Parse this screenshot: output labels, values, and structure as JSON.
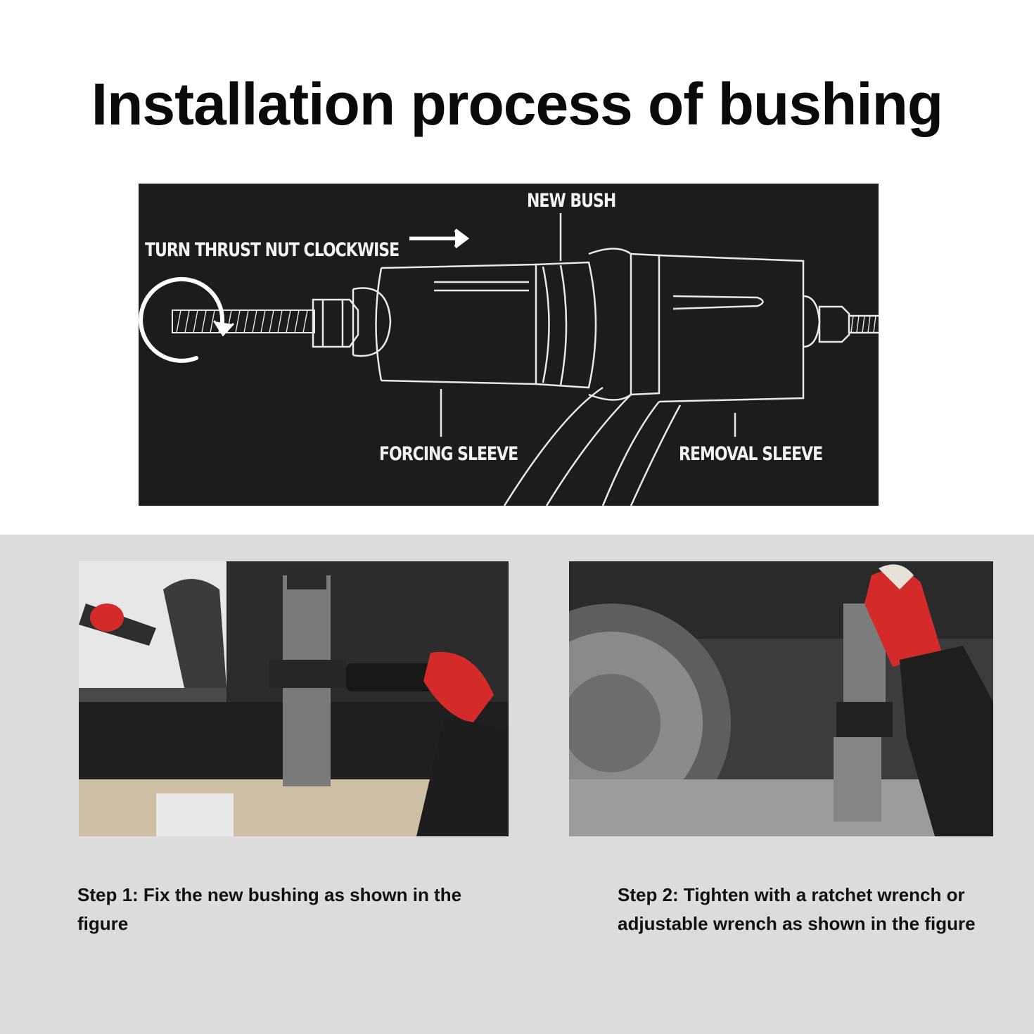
{
  "page": {
    "title": "Installation process of bushing"
  },
  "diagram": {
    "labels": {
      "turn_nut": "TURN THRUST NUT CLOCKWISE",
      "new_bush": "NEW BUSH",
      "forcing_sleeve": "FORCING SLEEVE",
      "removal_sleeve": "REMOVAL SLEEVE"
    },
    "icons": [
      "rotate-clockwise-icon",
      "arrow-right-icon"
    ]
  },
  "steps": [
    {
      "caption": "Step 1: Fix the new bushing as shown in the figure"
    },
    {
      "caption": "Step 2: Tighten with a ratchet wrench or adjustable wrench as shown in the figure"
    }
  ],
  "colors": {
    "bottom_background": "#dcdcdc",
    "diagram_background": "#1c1c1c",
    "glove_red": "#d42a2a"
  }
}
